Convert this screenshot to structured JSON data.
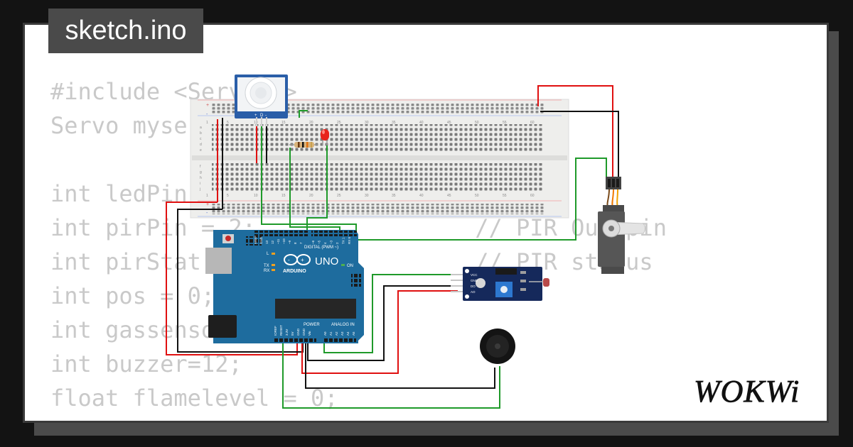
{
  "badge": {
    "filename": "sketch.ino"
  },
  "code_lines": [
    "#include <Servo.h>",
    "Servo myservo;",
    "",
    "int ledPin = 13;",
    "int pirPin = 2;                // PIR Out pin",
    "int pirStat = 0;               // PIR status",
    "int pos = 0;",
    "int gassensor = A0;",
    "int buzzer=12;",
    "float flamelevel = 0;"
  ],
  "breadboard": {
    "col_numbers": [
      "1",
      "5",
      "10",
      "15",
      "20",
      "25",
      "30",
      "35",
      "40",
      "45",
      "50",
      "55",
      "60"
    ],
    "row_letters_top": [
      "a",
      "b",
      "c",
      "d",
      "e"
    ],
    "row_letters_bottom": [
      "f",
      "g",
      "h",
      "i",
      "j"
    ]
  },
  "arduino": {
    "brand": "ARDUINO",
    "model": "UNO",
    "digital_label": "DIGITAL (PWM ~)",
    "power_label": "POWER",
    "analog_label": "ANALOG IN",
    "on_label": "ON",
    "l_label": "L",
    "tx_label": "TX",
    "rx_label": "RX",
    "power_pins": [
      "IOREF",
      "RESET",
      "3.3V",
      "5V",
      "GND",
      "GND",
      "Vin"
    ],
    "analog_pins": [
      "A0",
      "A1",
      "A2",
      "A3",
      "A4",
      "A5"
    ],
    "digital_pins": [
      "AREF",
      "GND",
      "13",
      "12",
      "~11",
      "~10",
      "~9",
      "8",
      "7",
      "~6",
      "~5",
      "4",
      "~3",
      "2",
      "TX 1",
      "RX 0"
    ]
  },
  "pir": {
    "pin_labels": [
      "+",
      "D",
      "-"
    ]
  },
  "flame_sensor": {
    "pin_labels": [
      "VCC",
      "GND",
      "DO",
      "AO"
    ]
  },
  "logo": {
    "text": "WOKWi"
  },
  "colors": {
    "wire_red": "#e01010",
    "wire_black": "#111111",
    "wire_green": "#1f9a2a",
    "board_blue": "#1e6c9e",
    "servo_orange": "#f07a00"
  }
}
